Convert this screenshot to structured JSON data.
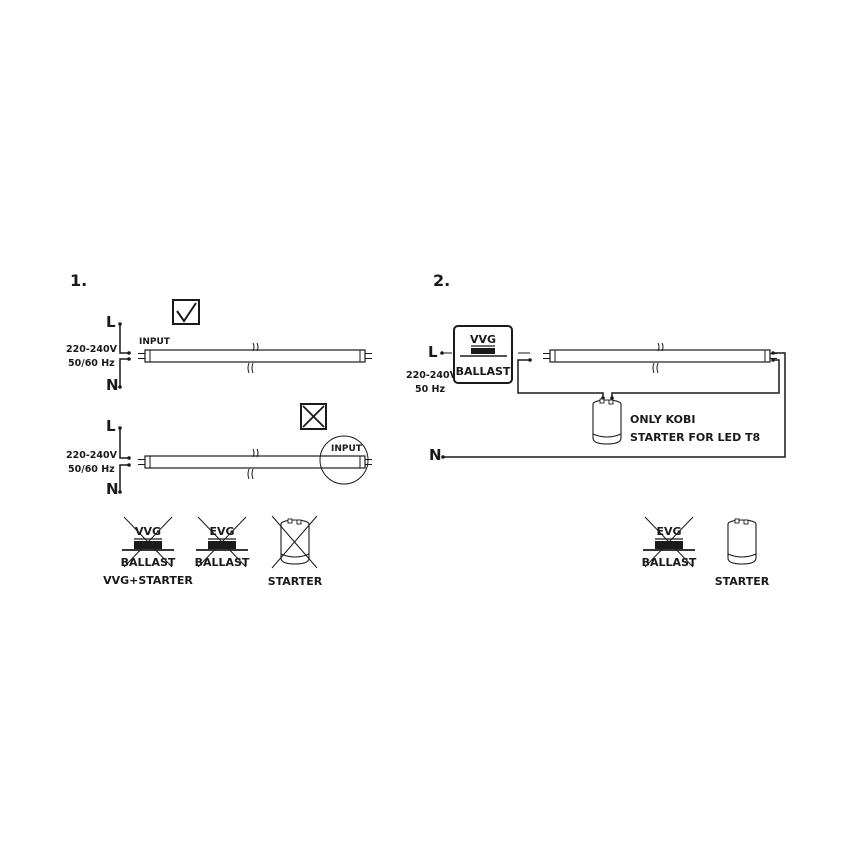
{
  "diagram1": {
    "number": "1.",
    "live": "L",
    "neutral": "N",
    "voltage": "220-240V",
    "frequency": "50/60 Hz",
    "correct": {
      "status_icon": "checkbox-checked-icon",
      "input_label": "INPUT"
    },
    "incorrect": {
      "status_icon": "checkbox-crossed-icon",
      "input_label": "INPUT"
    },
    "not_compatible": [
      {
        "icon": "vvg-ballast-crossed-icon",
        "top": "VVG",
        "bottom": "BALLAST",
        "caption": "VVG+STARTER"
      },
      {
        "icon": "evg-ballast-crossed-icon",
        "top": "EVG",
        "bottom": "BALLAST",
        "caption": ""
      },
      {
        "icon": "starter-crossed-icon",
        "caption": "STARTER"
      }
    ]
  },
  "diagram2": {
    "number": "2.",
    "live": "L",
    "neutral": "N",
    "voltage": "220-240V",
    "frequency": "50 Hz",
    "ballast_top": "VVG",
    "ballast_bottom": "BALLAST",
    "starter_note_line1": "ONLY KOBI",
    "starter_note_line2": "STARTER FOR LED T8",
    "legend": [
      {
        "icon": "evg-ballast-crossed-icon",
        "top": "EVG",
        "bottom": "BALLAST"
      },
      {
        "icon": "starter-icon",
        "caption": "STARTER"
      }
    ]
  },
  "colors": {
    "ink": "#1a1a1a",
    "background": "#ffffff"
  }
}
